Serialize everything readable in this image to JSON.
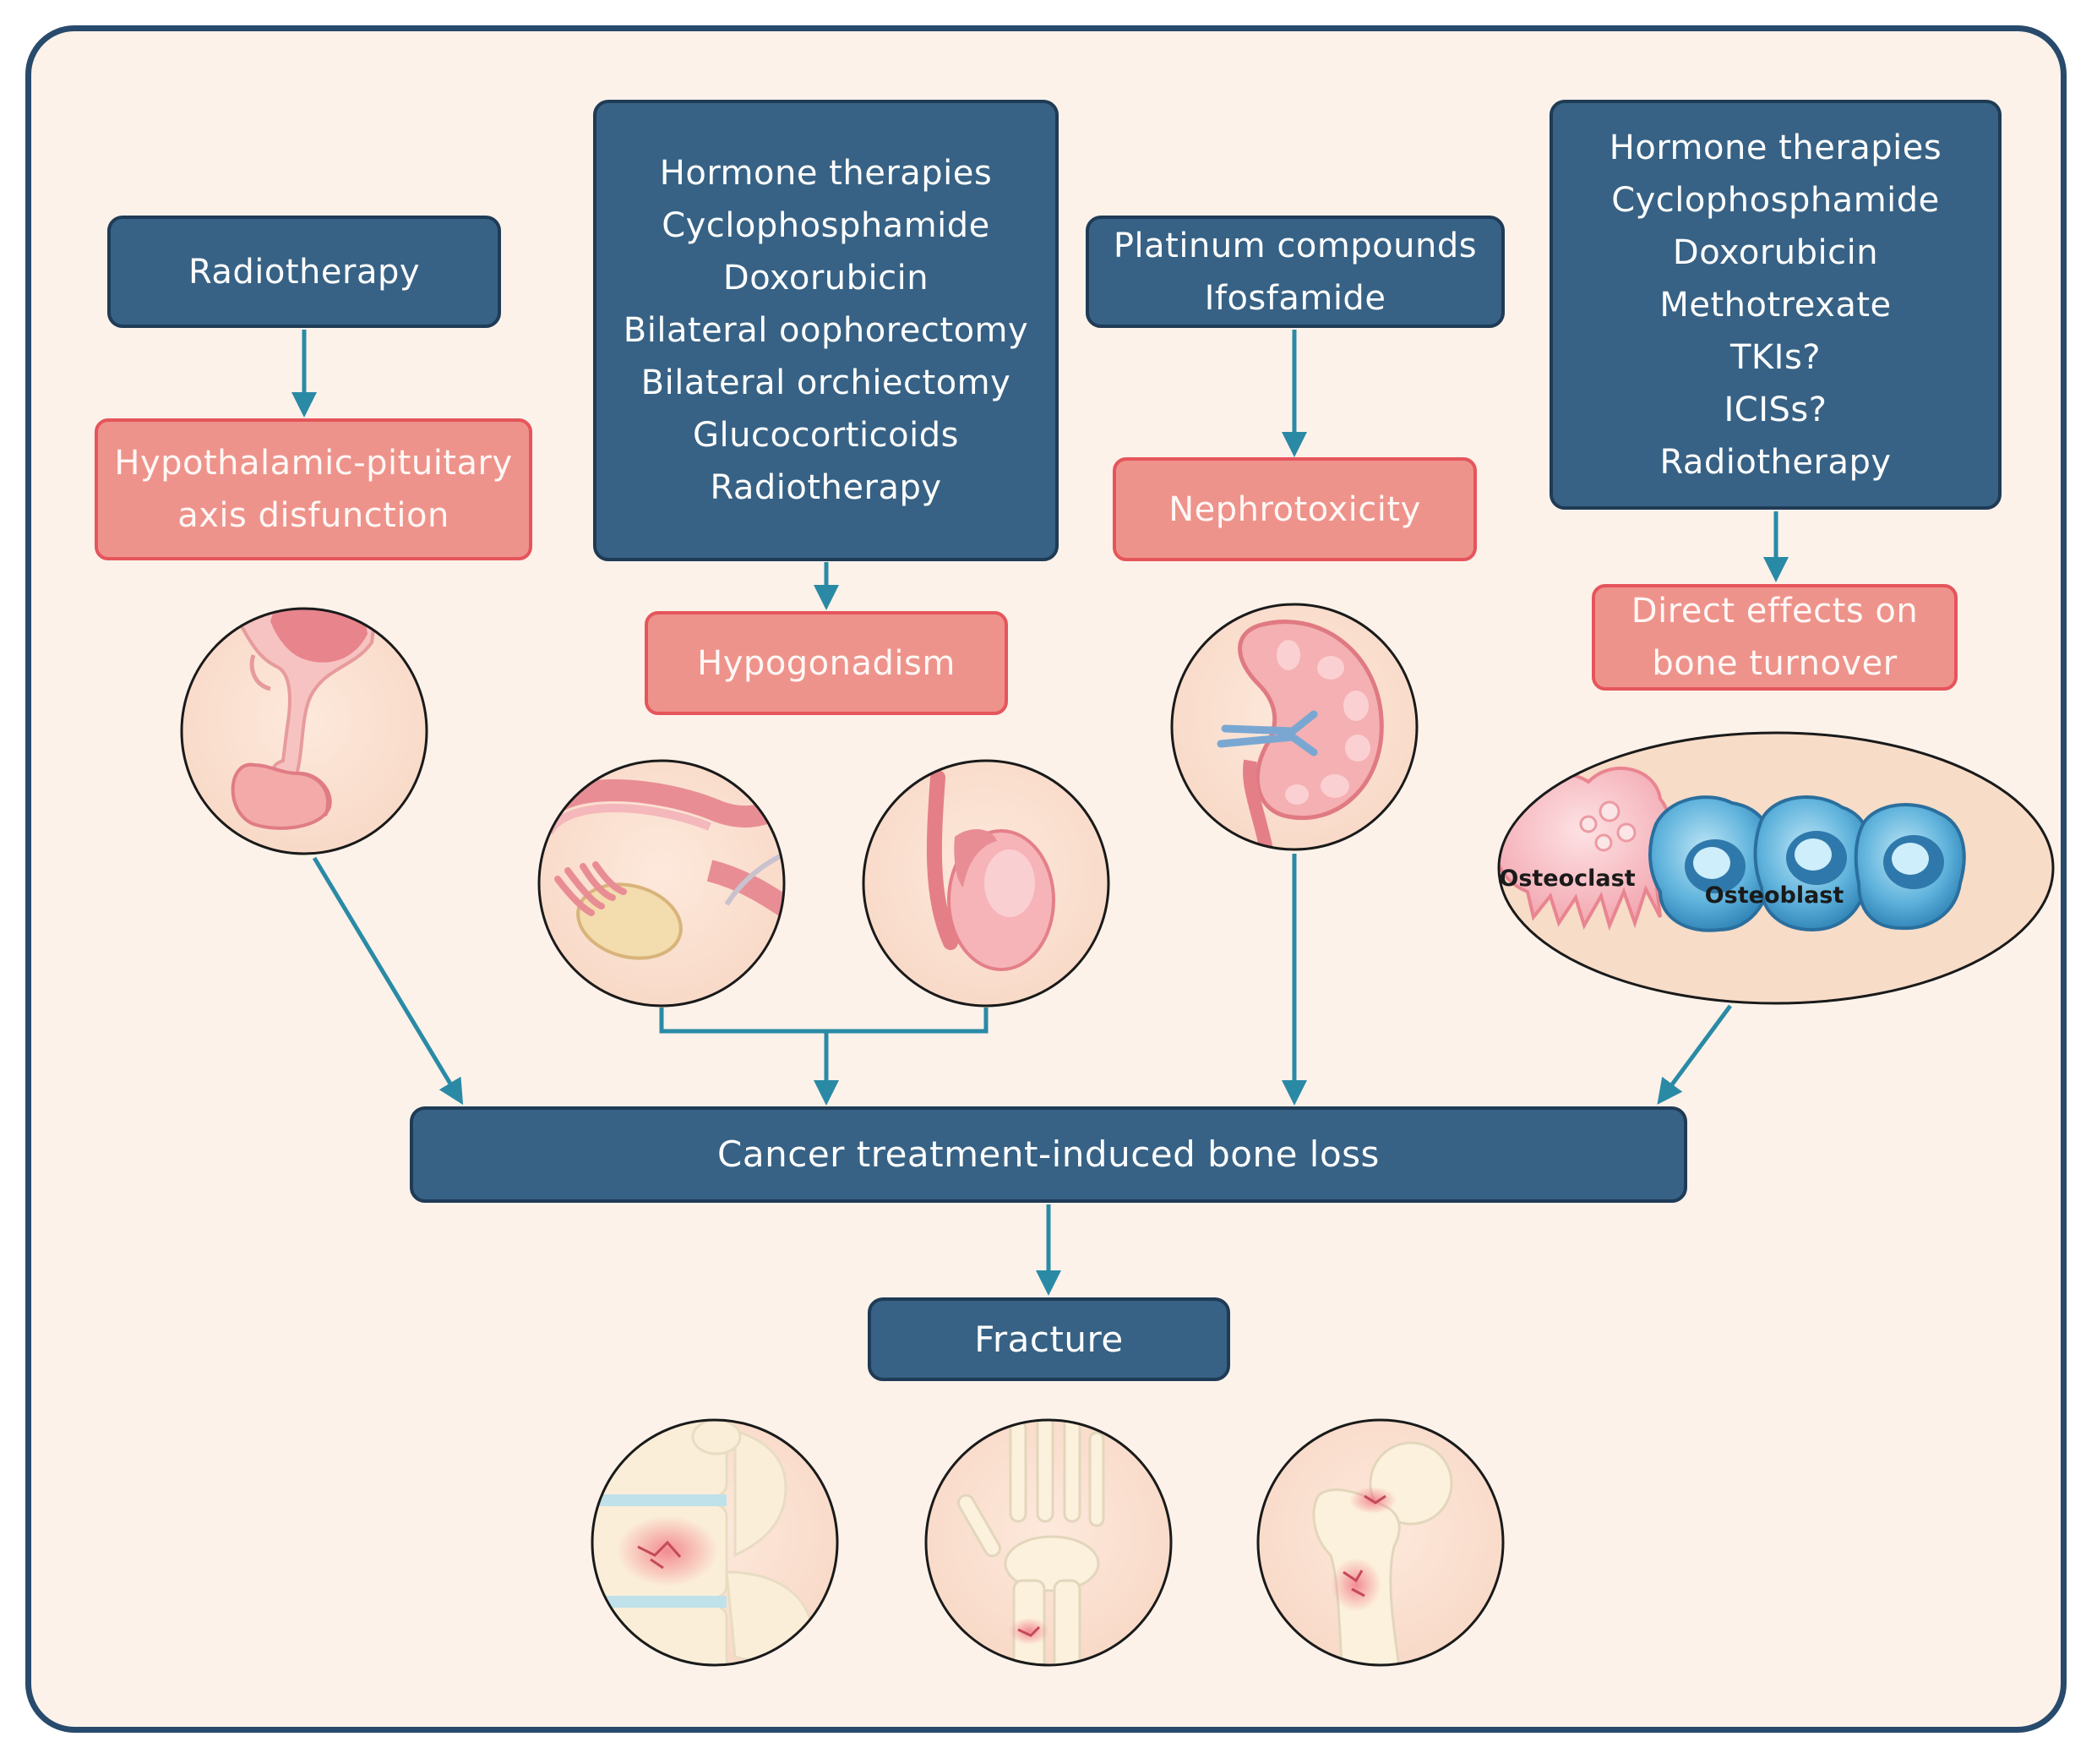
{
  "boxes": {
    "radiotherapy_source": {
      "lines": [
        "Radiotherapy"
      ]
    },
    "hormone_source": {
      "lines": [
        "Hormone therapies",
        "Cyclophosphamide",
        "Doxorubicin",
        "Bilateral oophorectomy",
        "Bilateral orchiectomy",
        "Glucocorticoids",
        "Radiotherapy"
      ]
    },
    "platinum_source": {
      "lines": [
        "Platinum compounds",
        "Ifosfamide"
      ]
    },
    "direct_source": {
      "lines": [
        "Hormone therapies",
        "Cyclophosphamide",
        "Doxorubicin",
        "Methotrexate",
        "TKIs?",
        "ICISs?",
        "Radiotherapy"
      ]
    },
    "hpa_effect": {
      "lines": [
        "Hypothalamic-pituitary",
        "axis disfunction"
      ]
    },
    "hypogonadism_effect": {
      "lines": [
        "Hypogonadism"
      ]
    },
    "nephro_effect": {
      "lines": [
        "Nephrotoxicity"
      ]
    },
    "bone_turnover_effect": {
      "lines": [
        "Direct effects on",
        "bone turnover"
      ]
    },
    "bone_loss": {
      "lines": [
        "Cancer treatment-induced bone loss"
      ]
    },
    "fracture": {
      "lines": [
        "Fracture"
      ]
    }
  },
  "illustrations": {
    "cells": {
      "osteoclast_label": "Osteoclast",
      "osteoblast_label": "Osteoblast"
    }
  },
  "colors": {
    "frame_border": "#284a6c",
    "background": "#fcf2ea",
    "dark_box": "#376285",
    "pink_box": "#ee938b",
    "arrow": "#2a8aa6"
  }
}
